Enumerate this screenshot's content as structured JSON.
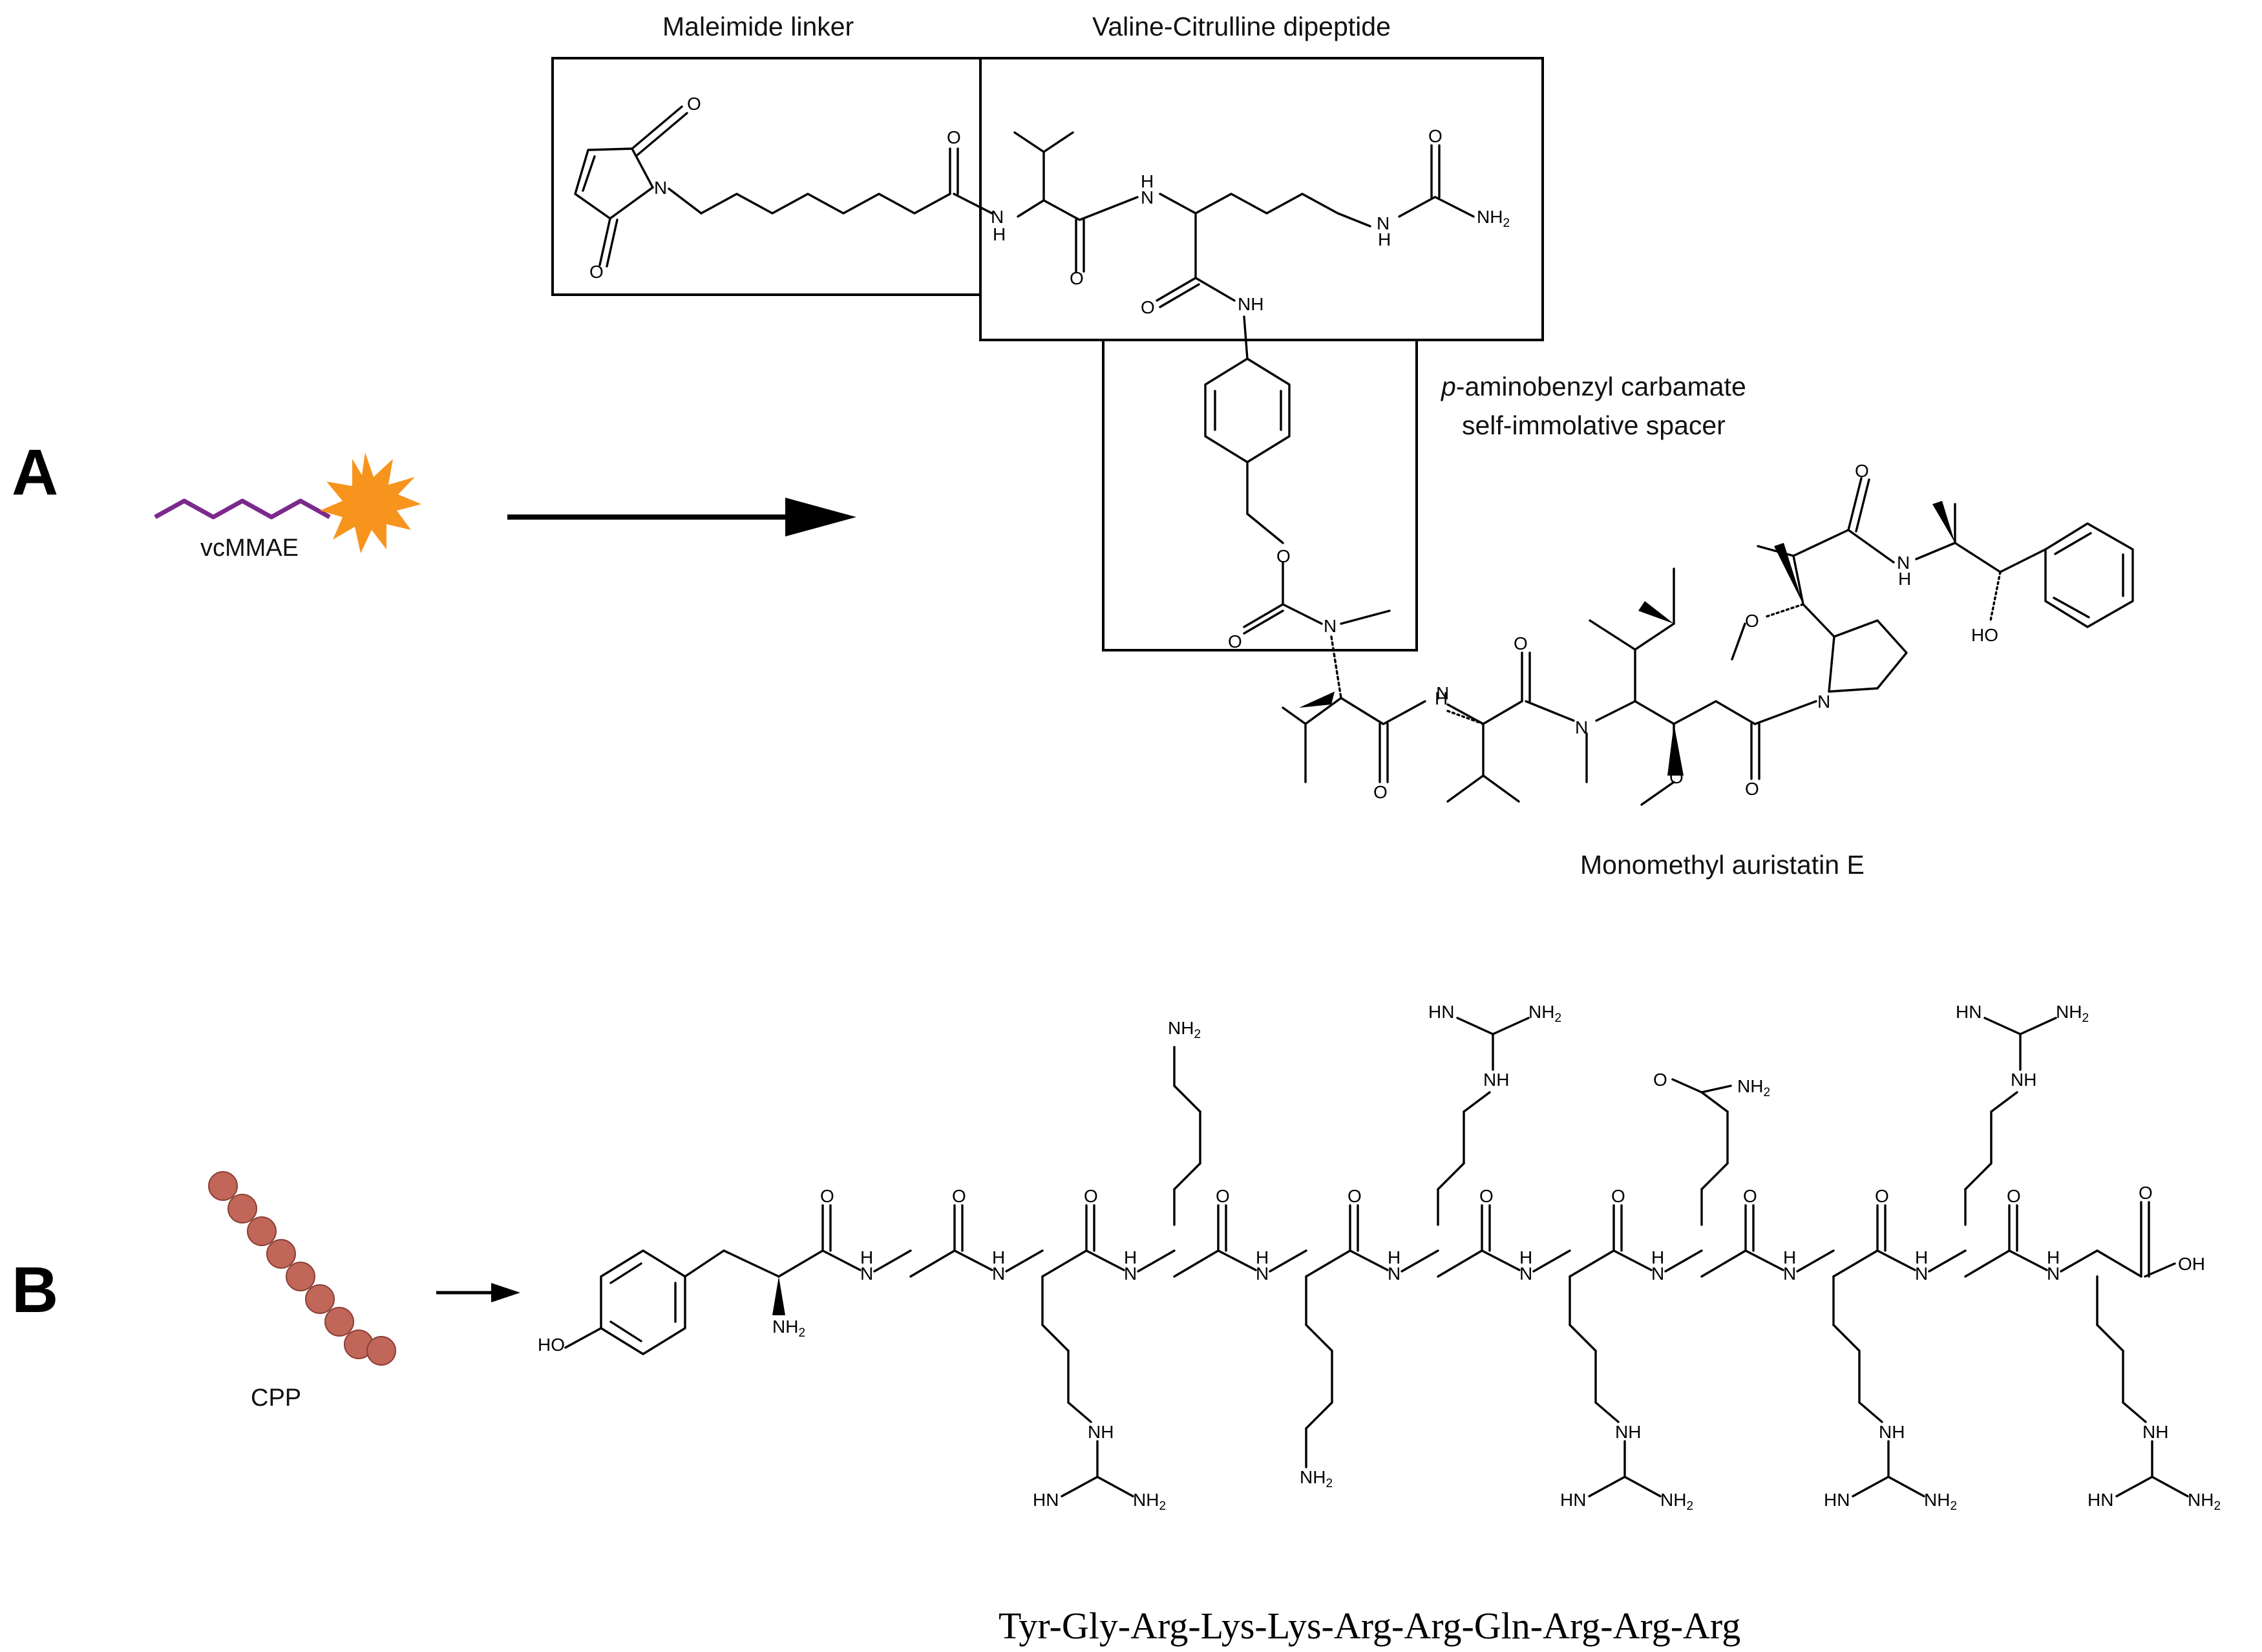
{
  "panels": {
    "a": "A",
    "b": "B"
  },
  "panel_a": {
    "icon_label": "vcMMAE",
    "box_labels": {
      "maleimide": "Maleimide linker",
      "dipeptide": "Valine-Citrulline dipeptide",
      "spacer_prefix": "p",
      "spacer_line1_rest": "-aminobenzyl carbamate",
      "spacer_line2": "self-immolative spacer"
    },
    "payload_label": "Monomethyl auristatin E",
    "atoms": {
      "o": "O",
      "n": "N",
      "nh": "NH",
      "h": "H",
      "nh2": "NH",
      "sub2": "2",
      "ho": "HO",
      "oh": "OH",
      "hn": "HN"
    }
  },
  "panel_b": {
    "icon_label": "CPP",
    "sequence": "Tyr-Gly-Arg-Lys-Lys-Arg-Arg-Gln-Arg-Arg-Arg"
  },
  "colors": {
    "linker_purple": "#7b2a8c",
    "payload_orange": "#f7941d",
    "bead_fill": "#c0675a",
    "bead_edge": "#8c3f36"
  }
}
